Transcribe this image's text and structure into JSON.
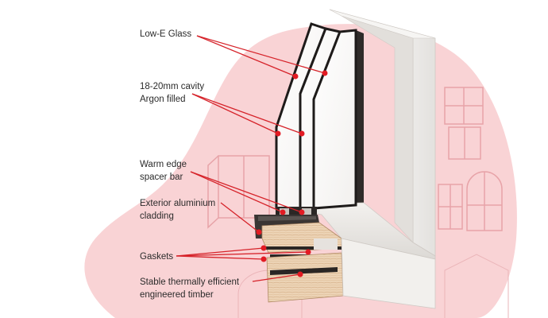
{
  "labels": {
    "low_e_glass": "Low-E Glass",
    "cavity_line1": "18-20mm cavity",
    "cavity_line2": "Argon filled",
    "spacer_line1": "Warm edge",
    "spacer_line2": "spacer bar",
    "cladding_line1": "Exterior aluminium",
    "cladding_line2": "cladding",
    "gaskets": "Gaskets",
    "timber_line1": "Stable thermally efficient",
    "timber_line2": "engineered timber"
  },
  "colors": {
    "background_blob": "#f9d3d5",
    "callout_red": "#e21b23",
    "frame_white": "#f4f2f0",
    "aluminium_dark": "#3a3533",
    "timber": "#e8cdb0",
    "label_text": "#2b2b2b"
  },
  "icons": [
    "window-sketch-icon",
    "arched-window-icon",
    "double-window-icon",
    "door-sketch-icon"
  ]
}
